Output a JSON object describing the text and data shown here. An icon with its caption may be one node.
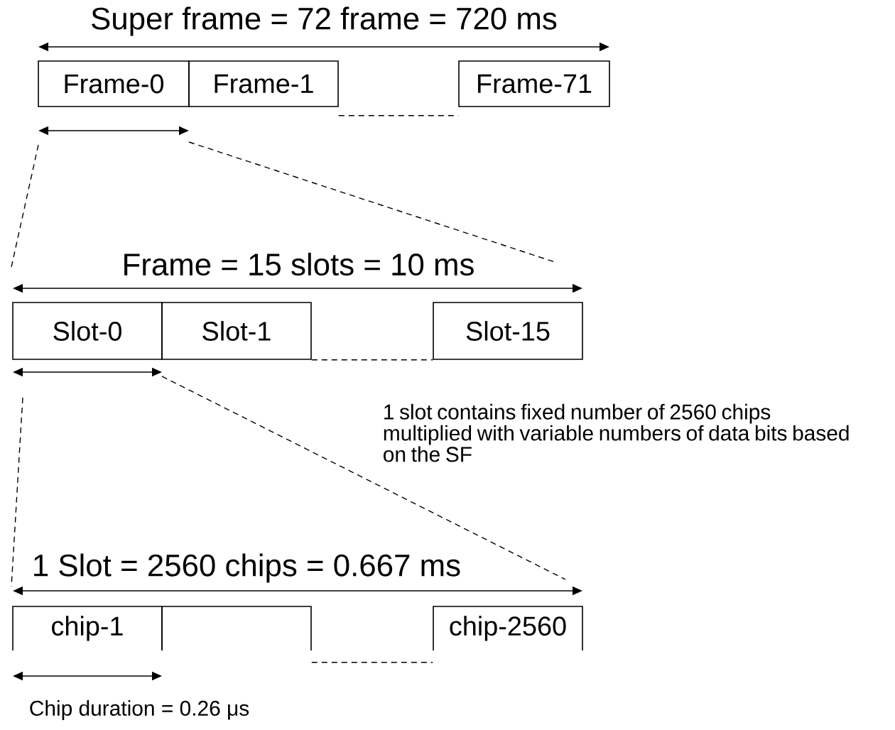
{
  "diagram": {
    "nodes": [
      {
        "text": [
          "Frame-0"
        ]
      },
      {
        "text": [
          "Frame-1"
        ]
      },
      {
        "text": [
          "Frame-71"
        ]
      },
      {
        "text": [
          "Slot-0"
        ]
      },
      {
        "text": [
          "Slot-1"
        ]
      },
      {
        "text": [
          "Slot-15"
        ]
      },
      {
        "text": [
          "chip-1"
        ]
      },
      {
        "text": [],
        "shape": "box"
      },
      {
        "text": [
          "chip-2560"
        ]
      }
    ],
    "edges": [
      {
        "from": 1,
        "to": 2,
        "arrow": "none",
        "style": "dashed"
      },
      {
        "from": 4,
        "to": 5,
        "arrow": "none",
        "style": "dashed"
      },
      {
        "from": 7,
        "to": 8,
        "arrow": "none",
        "style": "dashed"
      }
    ],
    "labels": [
      "Super frame = 72 frame = 720 ms",
      "Frame = 15 slots = 10 ms",
      "1 slot contains fixed number of 2560 chips multiplied with variable numbers of data bits based on the SF",
      "1 Slot = 2560 chips = 0.667 ms",
      "Chip duration = 0.26 μs"
    ]
  }
}
